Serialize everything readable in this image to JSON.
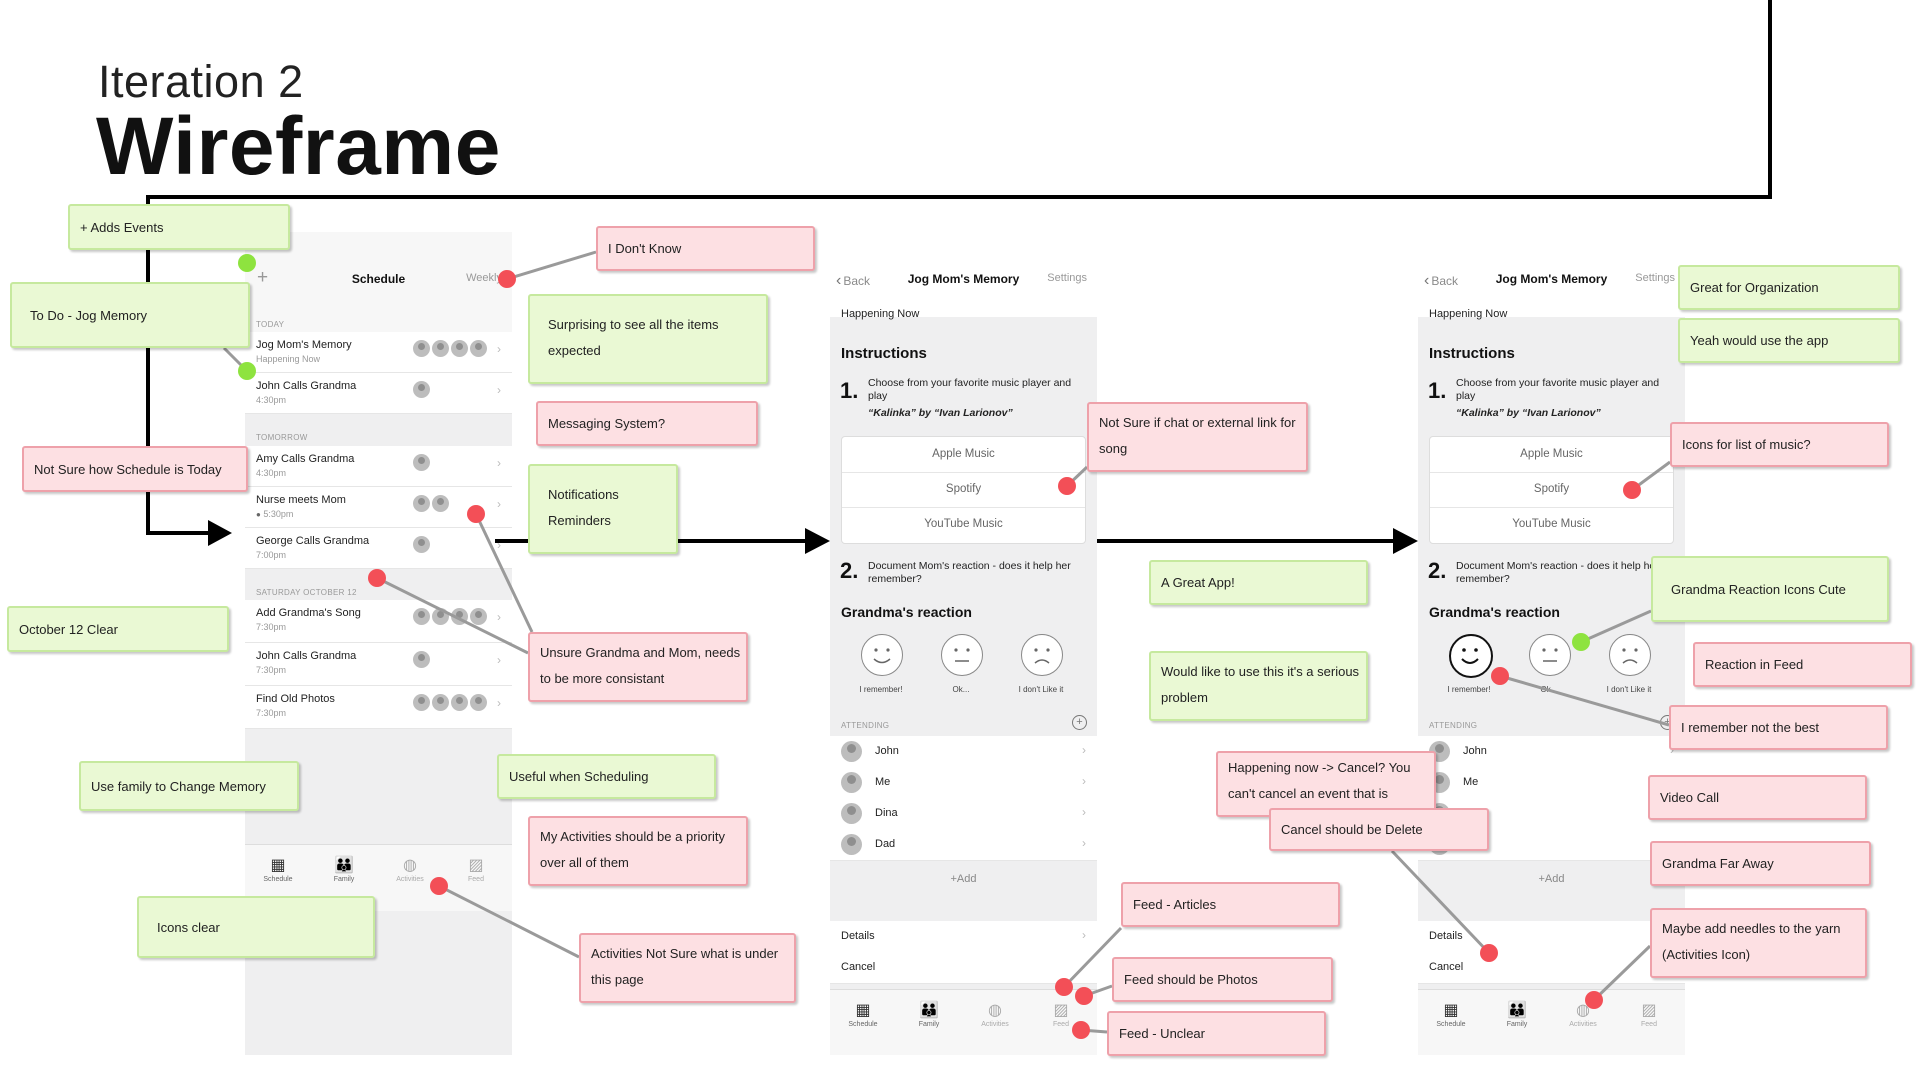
{
  "header": {
    "iteration": "Iteration 2",
    "title": "Wireframe"
  },
  "colors": {
    "good_fill": "#eaf9d4",
    "good_border": "#c6e99e",
    "bad_fill": "#fde0e3",
    "bad_border": "#eea1aa",
    "green_dot": "#8ee33f",
    "red_dot": "#f34f57",
    "flow_line": "#000000"
  },
  "phone1": {
    "nav": {
      "plus": "+",
      "title": "Schedule",
      "right": "Weekly"
    },
    "sections": [
      {
        "label": "TODAY",
        "rows": [
          {
            "title": "Jog Mom's Memory",
            "sub": "Happening Now",
            "avatars": 4
          },
          {
            "title": "John Calls Grandma",
            "sub": "4:30pm",
            "avatars": 1
          }
        ]
      },
      {
        "label": "TOMORROW",
        "rows": [
          {
            "title": "Amy Calls Grandma",
            "sub": "4:30pm",
            "avatars": 1
          },
          {
            "title": "Nurse meets Mom",
            "sub": "5:30pm",
            "avatars": 2
          },
          {
            "title": "George Calls Grandma",
            "sub": "7:00pm",
            "avatars": 1
          }
        ]
      },
      {
        "label": "SATURDAY OCTOBER 12",
        "rows": [
          {
            "title": "Add Grandma's Song",
            "sub": "7:30pm",
            "avatars": 4
          },
          {
            "title": "John Calls Grandma",
            "sub": "7:30pm",
            "avatars": 1
          },
          {
            "title": "Find Old Photos",
            "sub": "7:30pm",
            "avatars": 4
          }
        ]
      }
    ]
  },
  "tabs": [
    {
      "icon": "calendar-icon",
      "glyph": "▦",
      "label": "Schedule"
    },
    {
      "icon": "family-icon",
      "glyph": "👪",
      "label": "Family"
    },
    {
      "icon": "yarn-ball-icon",
      "glyph": "◍",
      "label": "Activities"
    },
    {
      "icon": "photo-icon",
      "glyph": "▨",
      "label": "Feed"
    }
  ],
  "detail": {
    "back": "Back",
    "title": "Jog Mom's Memory",
    "settings": "Settings",
    "happening": "Happening Now",
    "instructions": "Instructions",
    "step1_num": "1.",
    "step1_text": "Choose from your favorite music player and play",
    "song": "“Kalinka” by “Ivan Larionov”",
    "music": [
      "Apple Music",
      "Spotify",
      "YouTube Music"
    ],
    "step2_num": "2.",
    "step2_text": "Document Mom's reaction - does it help her remember?",
    "reaction_title": "Grandma's reaction",
    "reactions": [
      "I remember!",
      "Ok...",
      "I don't Like it"
    ],
    "attending_label": "ATTENDING",
    "attendees": [
      "John",
      "Me",
      "Dina",
      "Dad"
    ],
    "add": "+Add",
    "details": "Details",
    "cancel": "Cancel"
  },
  "notes": {
    "adds_events": "+  Adds Events",
    "todo_jog": "To Do - Jog Memory",
    "not_sure_schedule": "Not Sure how Schedule is Today",
    "october_clear": "October 12 Clear",
    "use_family": "Use family to Change Memory",
    "icons_clear": "Icons clear",
    "dont_know": "I Don't Know",
    "surprising": "Surprising to see all the items expected",
    "messaging": "Messaging System?",
    "notifications": "Notifications Reminders",
    "unsure_grandma": "Unsure Grandma and Mom, needs to be more consistant",
    "useful_scheduling": "Useful when Scheduling",
    "my_activities": "My Activities should be a priority over all of them",
    "activities_not_sure": "Activities Not Sure what is under this page",
    "not_sure_chat": "Not Sure if chat or external link for song",
    "great_app": "A Great App!",
    "would_like": "Would like to use this it's a serious problem",
    "happening_cancel": "Happening now -> Cancel?  You can't cancel an event that is",
    "cancel_delete": "Cancel should be Delete",
    "feed_articles": "Feed - Articles",
    "feed_photos": "Feed should be Photos",
    "feed_unclear": "Feed - Unclear",
    "great_org": "Great for Organization",
    "yeah_use": "Yeah would use the app",
    "icons_music": "Icons for list of music?",
    "grandma_icons": "Grandma Reaction Icons Cute",
    "reaction_feed": "Reaction in Feed",
    "remember_best": "I remember not the best",
    "video_call": "Video Call",
    "grandma_far": "Grandma Far Away",
    "needles": "Maybe add needles to the yarn (Activities Icon)"
  }
}
